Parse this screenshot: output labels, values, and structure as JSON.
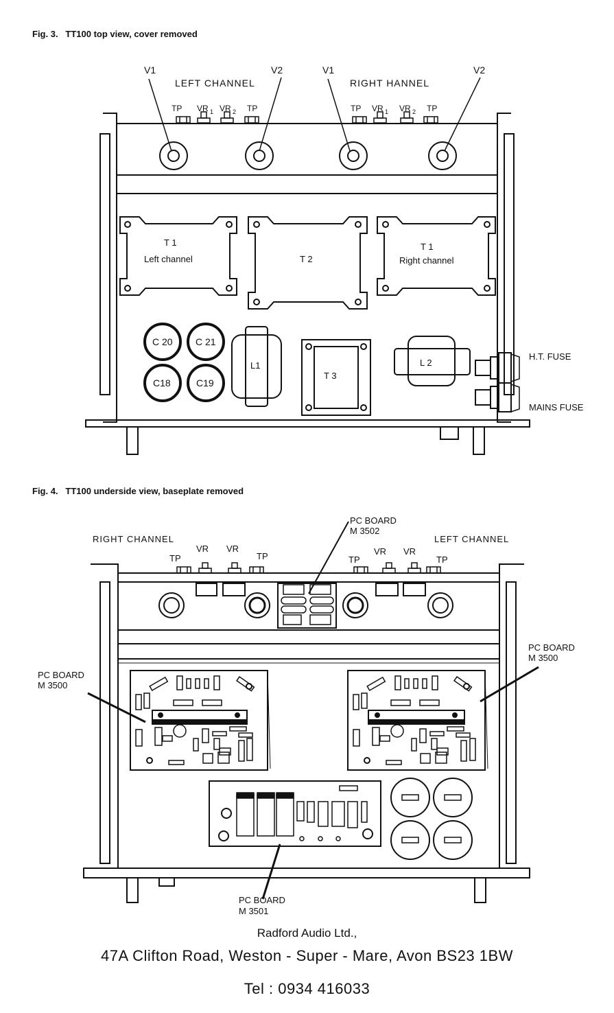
{
  "fig3": {
    "caption": "Fig. 3.   TT100 top view, cover removed",
    "left_channel": "LEFT CHANNEL",
    "right_channel": "RIGHT  HANNEL",
    "v1": "V1",
    "v2": "V2",
    "tp": "TP",
    "vr": "VR",
    "vr_sub1": "1",
    "vr_sub2": "2",
    "t1": "T 1",
    "t1_left": "Left channel",
    "t1_right": "Right channel",
    "t2": "T 2",
    "t3": "T 3",
    "l1": "L1",
    "l2": "L 2",
    "c20": "C 20",
    "c21": "C 21",
    "c18": "C18",
    "c19": "C19",
    "ht_fuse": "H.T. FUSE",
    "mains_fuse": "MAINS FUSE"
  },
  "fig4": {
    "caption": "Fig. 4.   TT100 underside view, baseplate removed",
    "right_channel": "RIGHT CHANNEL",
    "left_channel": "LEFT CHANNEL",
    "tp": "TP",
    "vr": "VR",
    "pc_board": "PC BOARD",
    "m3502": "M 3502",
    "m3500_left": "M 3500",
    "m3500_right": "M 3500",
    "m3501": "M 3501"
  },
  "footer": {
    "company": "Radford Audio Ltd.,",
    "address": "47A Clifton Road, Weston - Super - Mare, Avon BS23 1BW",
    "tel": "Tel : 0934 416033"
  }
}
